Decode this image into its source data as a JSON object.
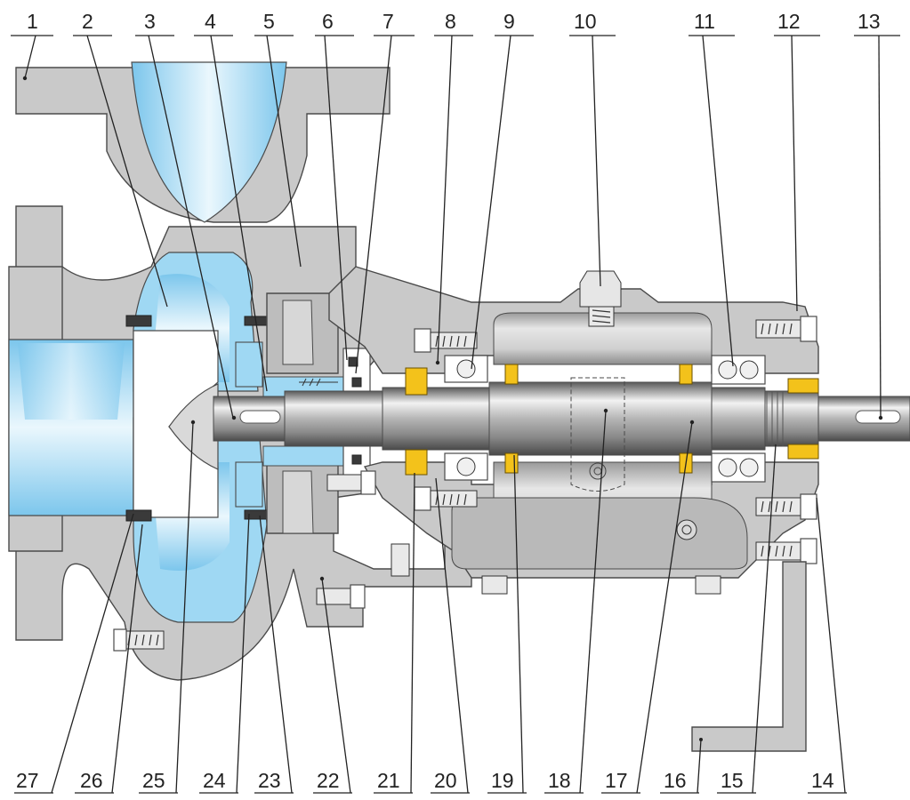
{
  "diagram": {
    "top_labels": [
      "1",
      "2",
      "3",
      "4",
      "5",
      "6",
      "7",
      "8",
      "9",
      "10",
      "11",
      "12",
      "13"
    ],
    "bottom_labels": [
      "27",
      "26",
      "25",
      "24",
      "23",
      "22",
      "21",
      "20",
      "19",
      "18",
      "17",
      "16",
      "15",
      "14"
    ]
  },
  "colors": {
    "casing": "#c9c9c9",
    "fluid": "#9fd8f3",
    "fluid_light": "#e6f6fd",
    "shaft_light": "#eeeeee",
    "shaft_dark": "#6f6f6f",
    "seal_yellow": "#f3c21b",
    "outline": "#4a4a4a"
  }
}
